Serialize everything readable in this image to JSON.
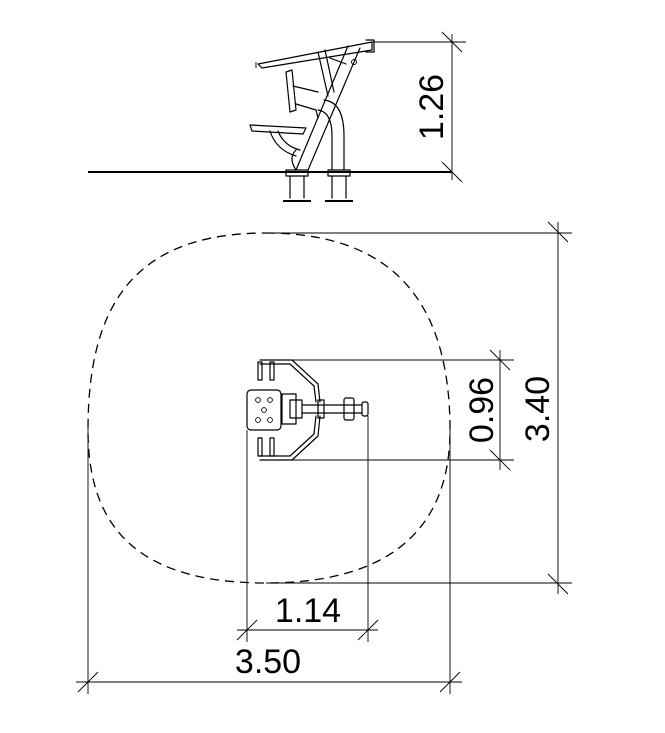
{
  "dimensions": {
    "side_height": "1.26",
    "plan_inner_height": "0.96",
    "plan_outer_height": "3.40",
    "plan_inner_width": "1.14",
    "plan_outer_width": "3.50"
  }
}
